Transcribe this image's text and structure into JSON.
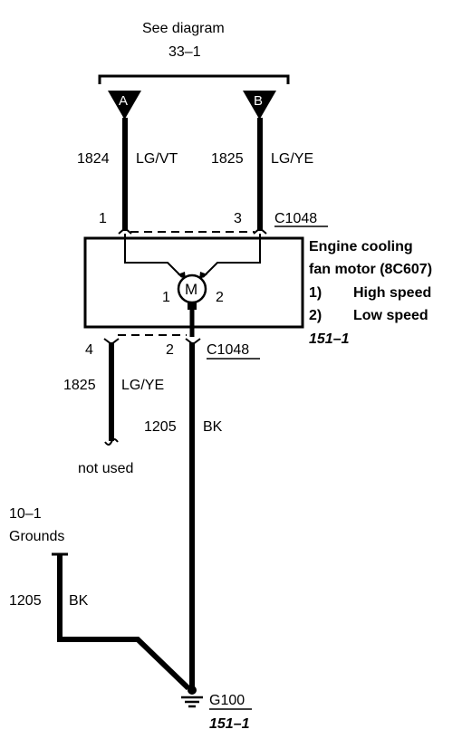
{
  "reference": {
    "line1": "See diagram",
    "line2": "33–1"
  },
  "connectors": {
    "a_label": "A",
    "b_label": "B",
    "top_pin_left": "1",
    "top_pin_right": "3",
    "top_id": "C1048",
    "bottom_pin_left": "4",
    "bottom_pin_right": "2",
    "bottom_id": "C1048"
  },
  "wires": {
    "w1824_circuit": "1824",
    "w1824_color": "LG/VT",
    "w1825_circuit": "1825",
    "w1825_color": "LG/YE",
    "w1825b_circuit": "1825",
    "w1825b_color": "LG/YE",
    "w1205_circuit": "1205",
    "w1205_color": "BK",
    "w1205b_circuit": "1205",
    "w1205b_color": "BK"
  },
  "component": {
    "title_line1": "Engine cooling",
    "title_line2": "fan motor (8C607)",
    "legend1_num": "1)",
    "legend1_text": "High speed",
    "legend2_num": "2)",
    "legend2_text": "Low speed",
    "page_ref": "151–1",
    "motor_symbol": "M",
    "motor_terminal_left": "1",
    "motor_terminal_right": "2"
  },
  "not_used": "not used",
  "grounds_ref": {
    "line1": "10–1",
    "line2": "Grounds"
  },
  "ground": {
    "id": "G100",
    "page_ref": "151–1"
  }
}
